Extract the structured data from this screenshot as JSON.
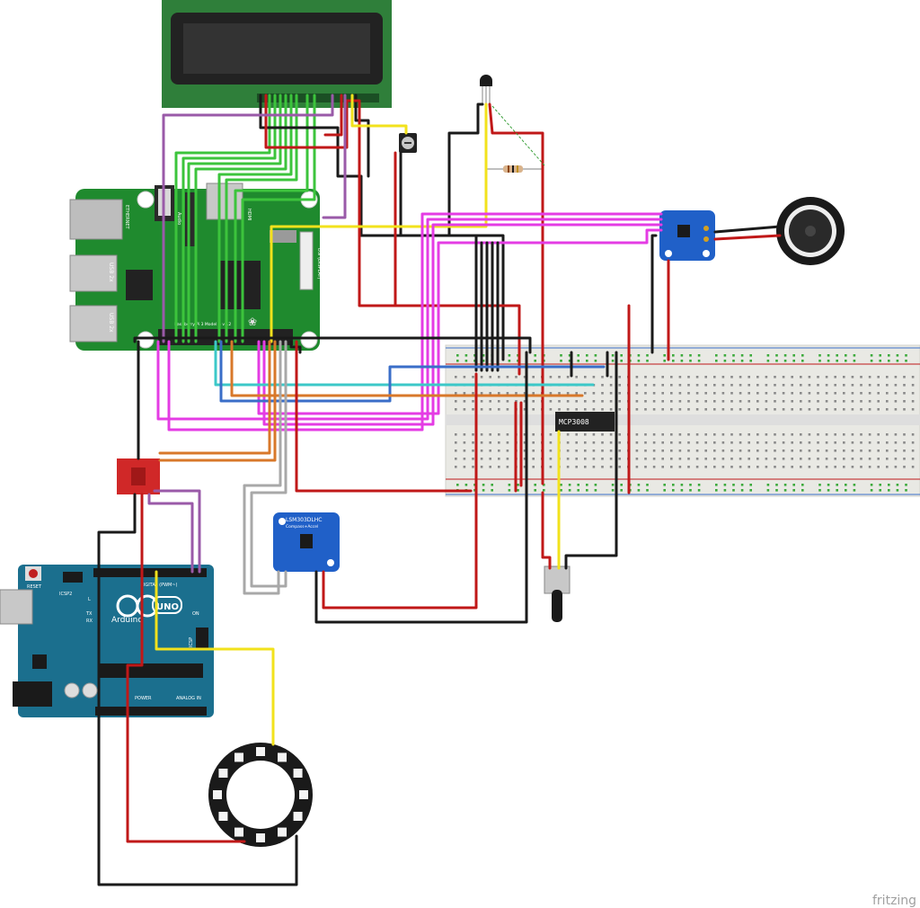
{
  "watermark": "fritzing",
  "colors": {
    "red": "#c01818",
    "black": "#1a1a1a",
    "yellow": "#f2e21c",
    "green": "#3cc43c",
    "purple": "#9a5aa8",
    "magenta": "#e43ce4",
    "orange": "#d8782a",
    "cyan": "#3cc8c8",
    "blue": "#3a6ec8",
    "gray": "#a8a8a8",
    "lcd_board": "#2f7f3a",
    "pi_board": "#1f8a2e",
    "arduino_board": "#1b6f8e",
    "breakout_blue": "#2060c8",
    "breadboard": "#e9e9e4"
  },
  "raspberry_pi": {
    "ports": {
      "ethernet": "ETHERNET",
      "usb_1": "USB 2x",
      "usb_2": "USB 2x",
      "audio": "Audio",
      "hdmi": "HDMI",
      "dsi": "DSI (DISPLAY)"
    },
    "model": "Raspberry Pi 3 Model B v1.2"
  },
  "arduino": {
    "reset": "RESET",
    "icsp2": "ICSP2",
    "brand": "Arduino",
    "model": "UNO",
    "on": "ON",
    "digital": "DIGITAL (PWM~)",
    "power": "POWER",
    "analog": "ANALOG IN",
    "tx": "TX",
    "rx": "RX",
    "l": "L",
    "icsp": "ICSP"
  },
  "adc_chip": {
    "label": "MCP3008"
  },
  "imu_board": {
    "title": "LSM303DLHC",
    "subtitle": "Compass+Accel"
  }
}
